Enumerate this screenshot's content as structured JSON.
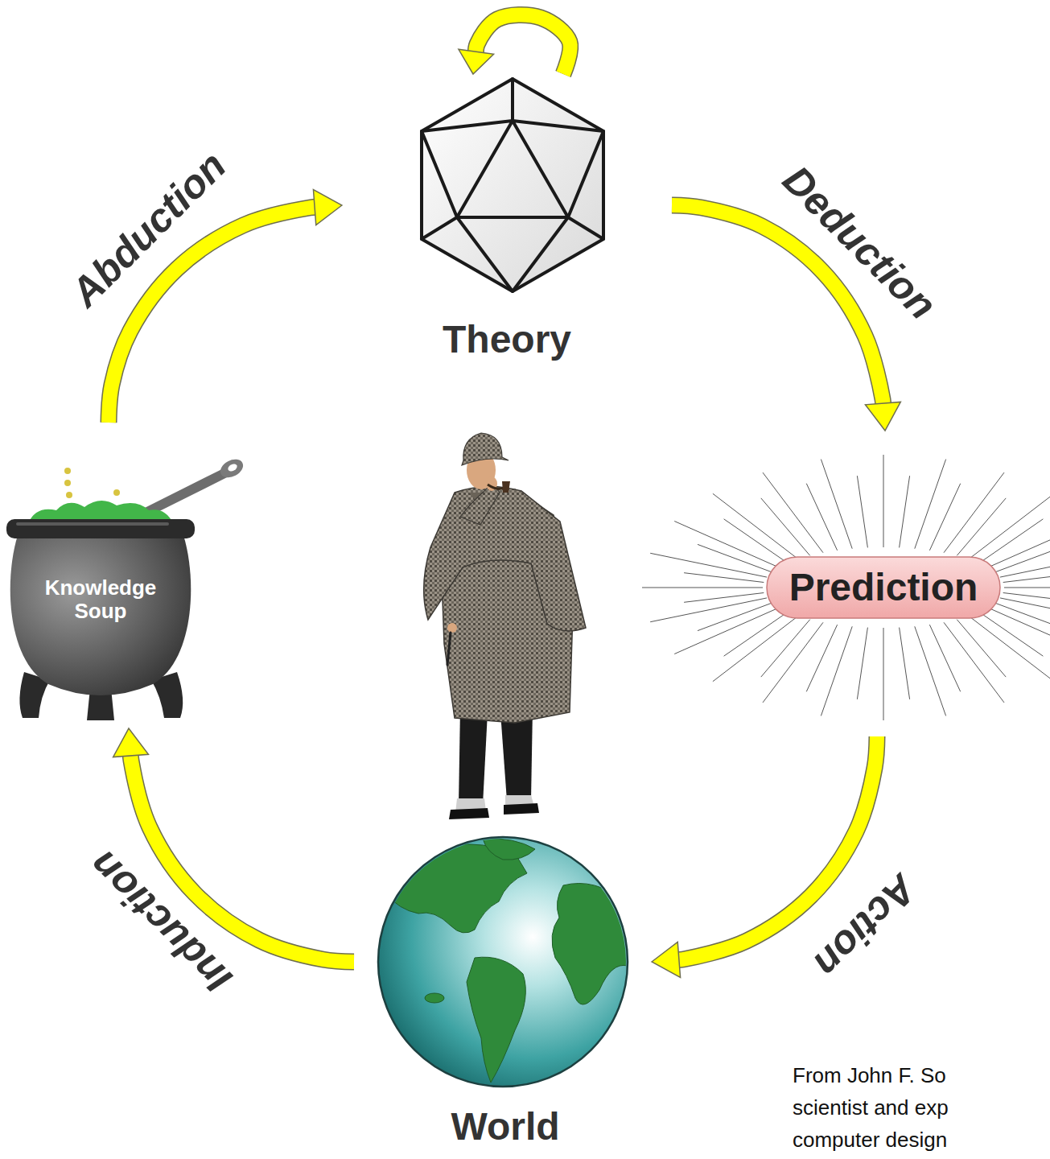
{
  "diagram": {
    "nodes": [
      {
        "text": [
          "Theory"
        ]
      },
      {
        "text": [
          "Knowledge Soup"
        ]
      },
      {
        "text": [
          "Prediction"
        ]
      },
      {
        "text": [
          "World"
        ]
      }
    ],
    "edges": [
      {
        "from": 1,
        "to": 0,
        "label": "Abduction",
        "arrow": "to"
      },
      {
        "from": 0,
        "to": 0,
        "arrow": "to"
      },
      {
        "from": 0,
        "to": 2,
        "label": "Deduction",
        "arrow": "to"
      },
      {
        "from": 2,
        "to": 3,
        "label": "Action",
        "arrow": "to"
      },
      {
        "from": 3,
        "to": 1,
        "label": "Induction",
        "arrow": "to"
      }
    ],
    "labels": [
      "From John F. So",
      "scientist and exp",
      "computer design"
    ]
  }
}
